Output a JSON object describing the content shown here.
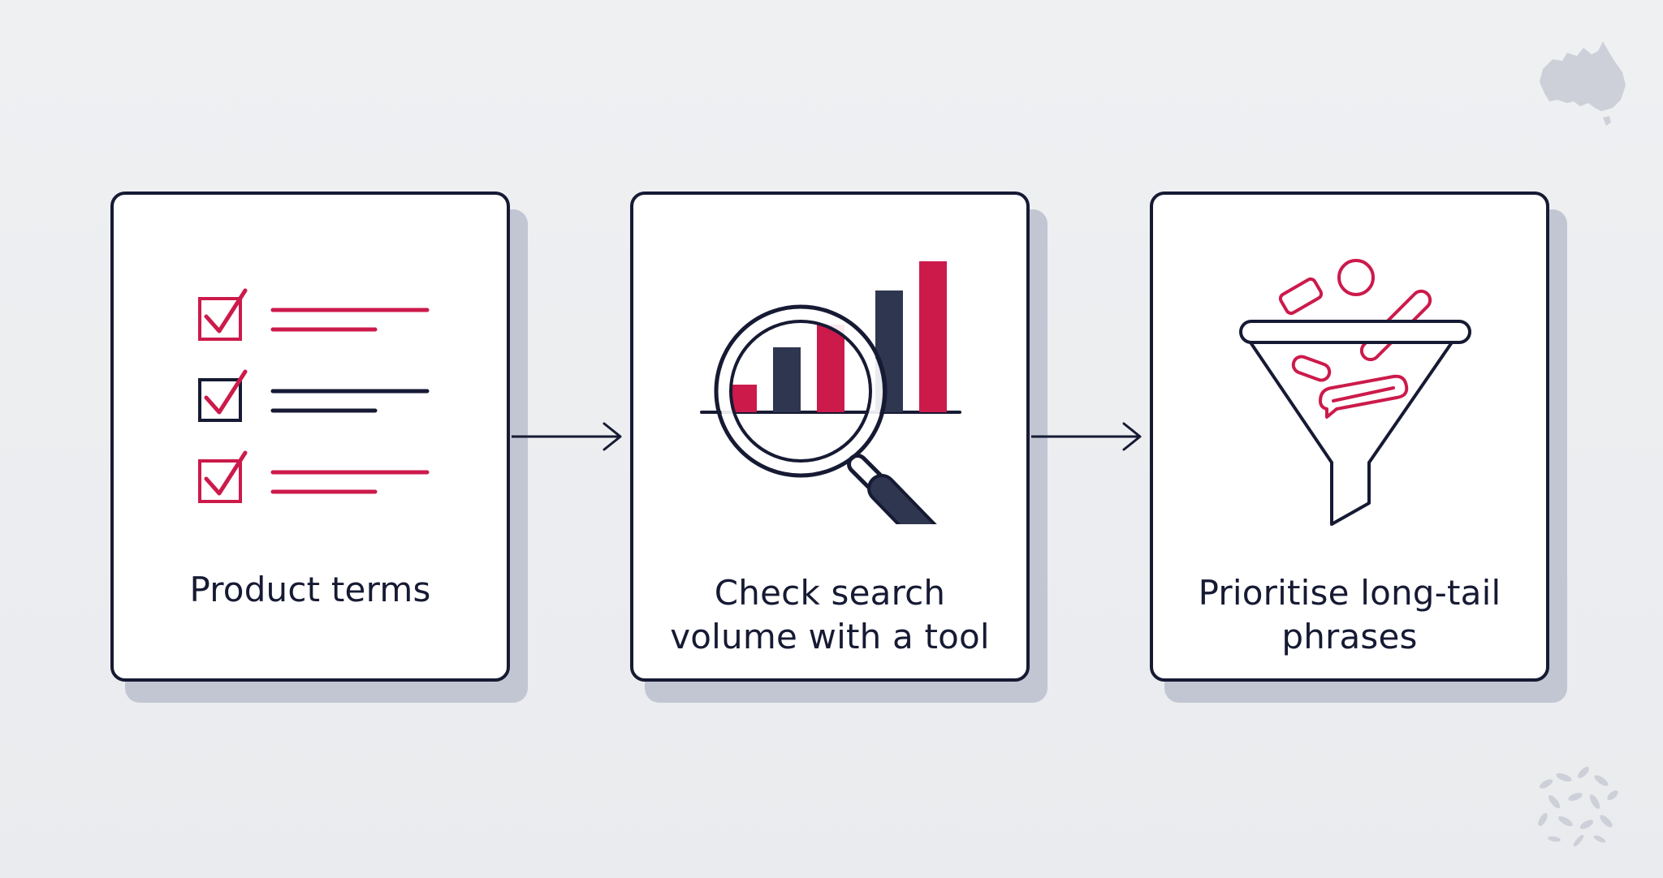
{
  "steps": [
    {
      "label": "Product terms",
      "icon": "checklist-icon"
    },
    {
      "label": "Check search volume with a tool",
      "icon": "magnifier-bar-chart-icon"
    },
    {
      "label": "Prioritise long-tail phrases",
      "icon": "funnel-icon"
    }
  ],
  "connectors": [
    "arrow-right-icon",
    "arrow-right-icon"
  ],
  "decorations": [
    "australia-map-icon",
    "leaf-pattern-icon"
  ],
  "colors": {
    "accent": "#cc1a4b",
    "ink": "#161a33",
    "slate": "#2f3650",
    "card_shadow": "#c2c6d2",
    "background": "#ebedf0"
  }
}
